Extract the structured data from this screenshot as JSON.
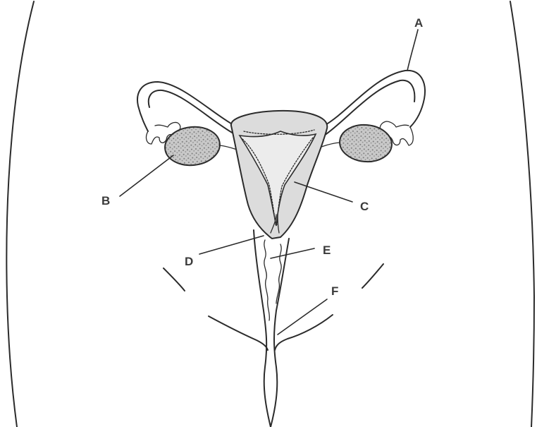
{
  "labels": {
    "a": "A",
    "b": "B",
    "c": "C",
    "d": "D",
    "e": "E",
    "f": "F"
  },
  "colors": {
    "line": "#2b2b2b",
    "uterine_fill": "#dadada",
    "ovary_fill": "#b9b9b9",
    "background": "#ffffff"
  }
}
